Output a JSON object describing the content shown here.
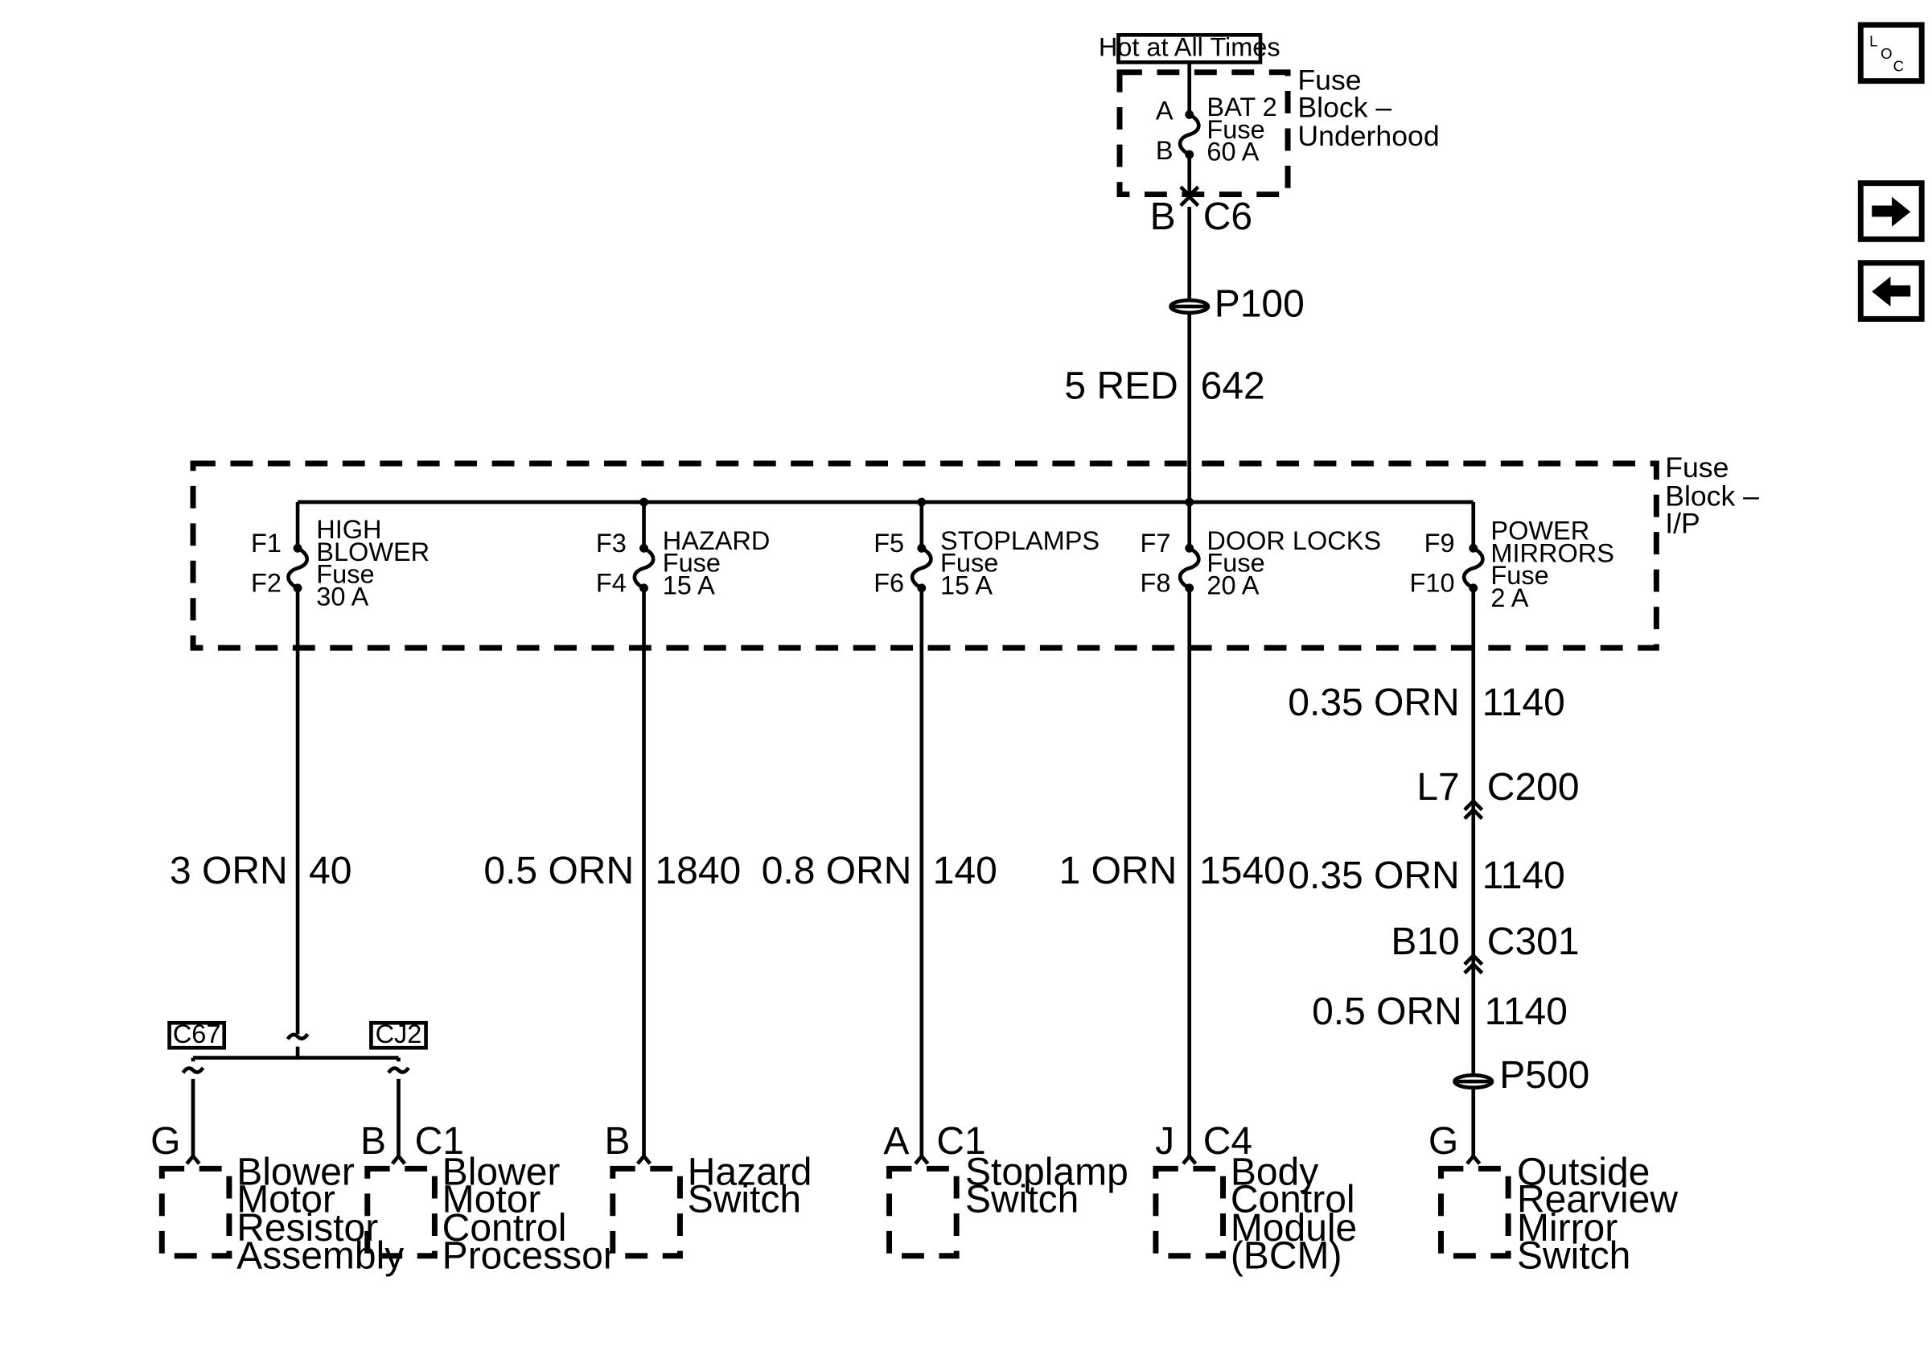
{
  "diagram": {
    "hot_label": "Hot at All Times",
    "underhood_block": {
      "name_lines": [
        "Fuse",
        "Block –",
        "Underhood"
      ],
      "fuse": {
        "pin_a": "A",
        "pin_b": "B",
        "lines": [
          "BAT 2",
          "Fuse",
          "60 A"
        ]
      }
    },
    "c6": {
      "pin": "B",
      "name": "C6"
    },
    "p100": "P100",
    "feed_wire": {
      "gauge_color": "5 RED",
      "circuit": "642"
    },
    "ip_block": {
      "name_lines": [
        "Fuse",
        "Block –",
        "I/P"
      ],
      "fuses": [
        {
          "in": "F1",
          "out": "F2",
          "lines": [
            "HIGH",
            "BLOWER",
            "Fuse",
            "30 A"
          ]
        },
        {
          "in": "F3",
          "out": "F4",
          "lines": [
            "HAZARD",
            "Fuse",
            "15 A"
          ]
        },
        {
          "in": "F5",
          "out": "F6",
          "lines": [
            "STOPLAMPS",
            "Fuse",
            "15 A"
          ]
        },
        {
          "in": "F7",
          "out": "F8",
          "lines": [
            "DOOR LOCKS",
            "Fuse",
            "20 A"
          ]
        },
        {
          "in": "F9",
          "out": "F10",
          "lines": [
            "POWER",
            "MIRRORS",
            "Fuse",
            "2 A"
          ]
        }
      ]
    },
    "wires": [
      {
        "gauge_color": "3 ORN",
        "circuit": "40"
      },
      {
        "gauge_color": "0.5 ORN",
        "circuit": "1840"
      },
      {
        "gauge_color": "0.8 ORN",
        "circuit": "140"
      },
      {
        "gauge_color": "1 ORN",
        "circuit": "1540"
      }
    ],
    "mirror_circuit": {
      "seg1": {
        "gauge_color": "0.35 ORN",
        "circuit": "1140"
      },
      "c200": {
        "pin": "L7",
        "name": "C200"
      },
      "seg2": {
        "gauge_color": "0.35 ORN",
        "circuit": "1140"
      },
      "c301": {
        "pin": "B10",
        "name": "C301"
      },
      "seg3": {
        "gauge_color": "0.5 ORN",
        "circuit": "1140"
      },
      "p500": "P500"
    },
    "option_tags": [
      "C67",
      "CJ2"
    ],
    "components": [
      {
        "pin": "G",
        "connector": "",
        "name_lines": [
          "Blower",
          "Motor",
          "Resistor",
          "Assembly"
        ]
      },
      {
        "pin": "B",
        "connector": "C1",
        "name_lines": [
          "Blower",
          "Motor",
          "Control",
          "Processor"
        ]
      },
      {
        "pin": "B",
        "connector": "",
        "name_lines": [
          "Hazard",
          "Switch"
        ]
      },
      {
        "pin": "A",
        "connector": "C1",
        "name_lines": [
          "Stoplamp",
          "Switch"
        ]
      },
      {
        "pin": "J",
        "connector": "C4",
        "name_lines": [
          "Body",
          "Control",
          "Module",
          "(BCM)"
        ]
      },
      {
        "pin": "G",
        "connector": "",
        "name_lines": [
          "Outside",
          "Rearview",
          "Mirror",
          "Switch"
        ]
      }
    ]
  },
  "nav": {
    "loc_letters": [
      "L",
      "O",
      "C"
    ],
    "next_icon": "arrow-right-icon",
    "prev_icon": "arrow-left-icon"
  }
}
